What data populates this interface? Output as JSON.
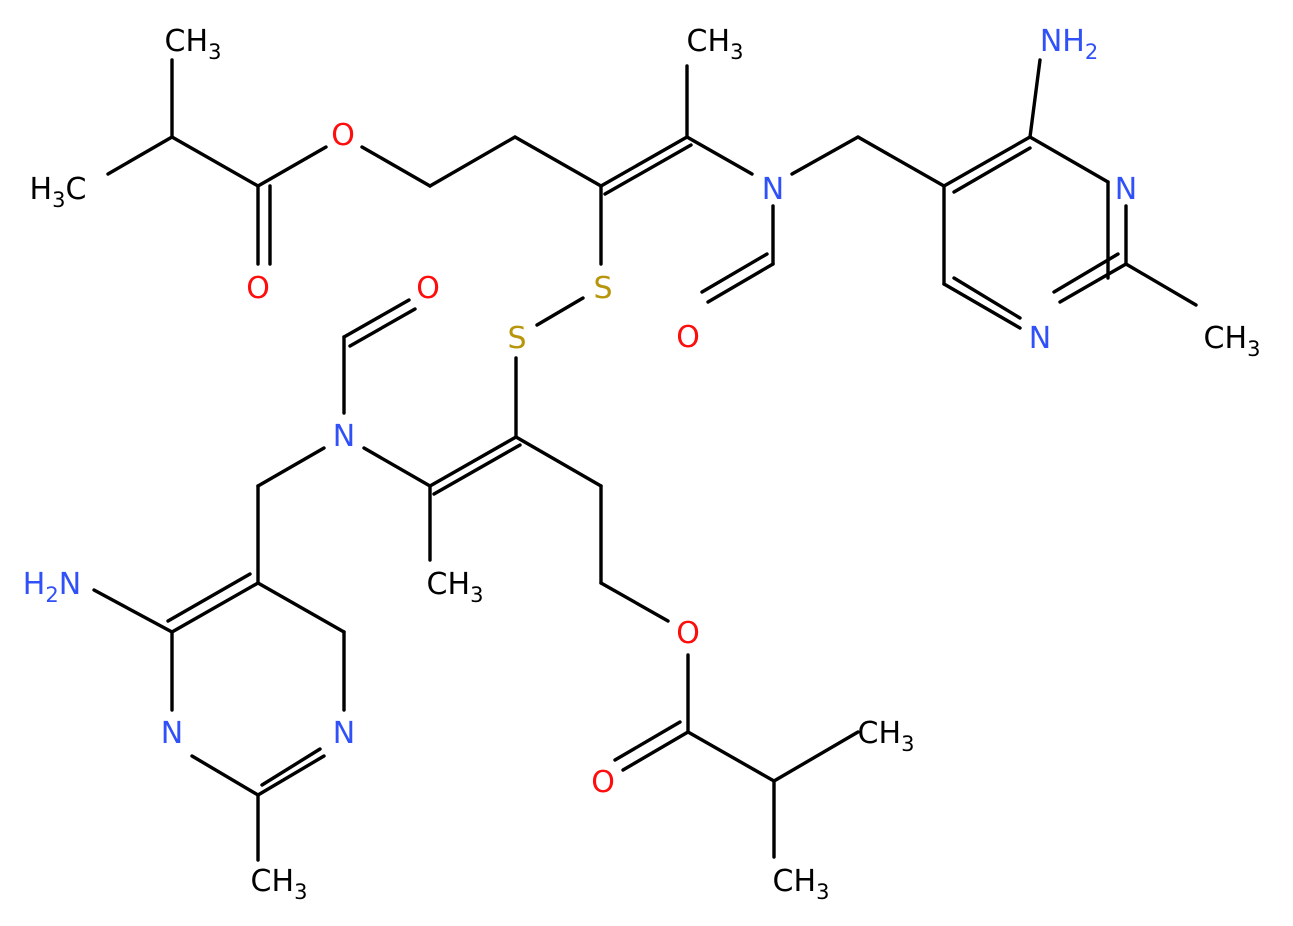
{
  "colors": {
    "bond": "#000000",
    "C": "#000000",
    "N": "#3050F8",
    "O": "#FF0D0D",
    "S": "#B8960C"
  },
  "atoms": [
    {
      "id": "ch3_tl",
      "main": "CH",
      "sub": "3",
      "el": "C"
    },
    {
      "id": "h3c_l",
      "pre": "H",
      "presub": "3",
      "main": "C",
      "el": "C"
    },
    {
      "id": "o_ester1",
      "main": "O",
      "el": "O"
    },
    {
      "id": "o_keto1",
      "main": "O",
      "el": "O"
    },
    {
      "id": "ch3_t",
      "main": "CH",
      "sub": "3",
      "el": "C"
    },
    {
      "id": "n_1",
      "main": "N",
      "el": "N"
    },
    {
      "id": "o_form1",
      "main": "O",
      "el": "O"
    },
    {
      "id": "s_1",
      "main": "S",
      "el": "S"
    },
    {
      "id": "s_2",
      "main": "S",
      "el": "S"
    },
    {
      "id": "nh2_r",
      "main": "NH",
      "sub": "2",
      "el": "N"
    },
    {
      "id": "n_r1",
      "main": "N",
      "el": "N"
    },
    {
      "id": "n_r2",
      "main": "N",
      "el": "N"
    },
    {
      "id": "ch3_r",
      "main": "CH",
      "sub": "3",
      "el": "C"
    },
    {
      "id": "o_form2",
      "main": "O",
      "el": "O"
    },
    {
      "id": "n_2",
      "main": "N",
      "el": "N"
    },
    {
      "id": "h2n_l",
      "pre": "H",
      "presub": "2",
      "main": "N",
      "el": "N"
    },
    {
      "id": "ch3_mid",
      "main": "CH",
      "sub": "3",
      "el": "C"
    },
    {
      "id": "o_ester2",
      "main": "O",
      "el": "O"
    },
    {
      "id": "n_l1",
      "main": "N",
      "el": "N"
    },
    {
      "id": "n_l2",
      "main": "N",
      "el": "N"
    },
    {
      "id": "ch3_bl",
      "main": "CH",
      "sub": "3",
      "el": "C"
    },
    {
      "id": "o_keto2",
      "main": "O",
      "el": "O"
    },
    {
      "id": "ch3_br1",
      "main": "CH",
      "sub": "3",
      "el": "C"
    },
    {
      "id": "ch3_br2",
      "main": "CH",
      "sub": "3",
      "el": "C"
    }
  ]
}
